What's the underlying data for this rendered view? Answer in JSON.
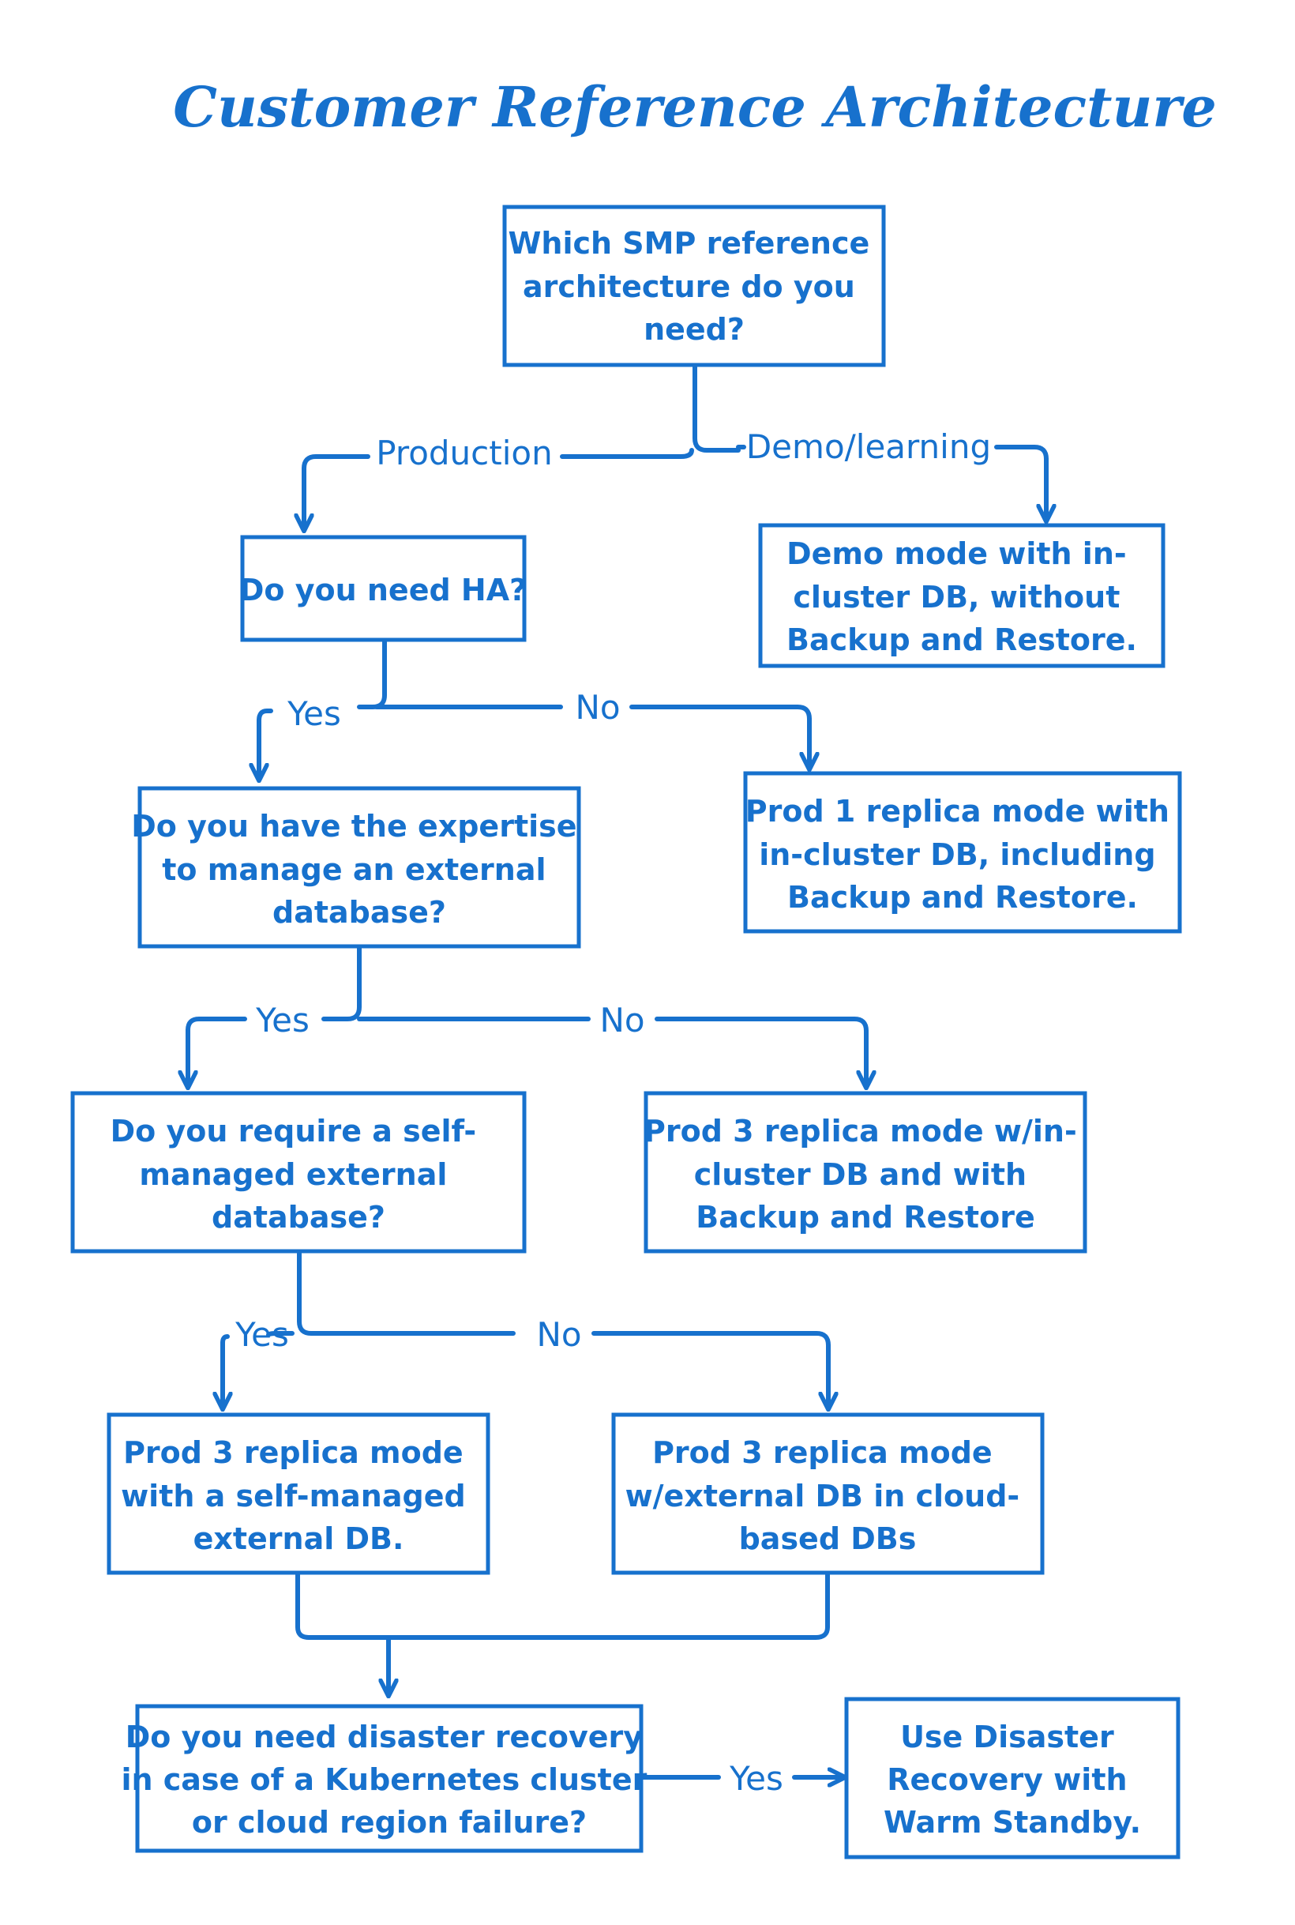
{
  "title": "Customer Reference Architecture",
  "colors": {
    "accent": "#1771cd",
    "background": "#ffffff"
  },
  "nodes": {
    "q_smp": [
      "Which SMP reference",
      "architecture do you",
      "need?"
    ],
    "demo_mode": [
      "Demo mode with in-",
      "cluster DB, without",
      "Backup and Restore."
    ],
    "q_ha": [
      "Do you need HA?"
    ],
    "prod1": [
      "Prod 1 replica mode with",
      "in-cluster DB, including",
      "Backup and Restore."
    ],
    "q_expertise": [
      "Do you have the expertise",
      "to manage an external",
      "database?"
    ],
    "prod3_incluster": [
      "Prod 3 replica mode w/in-",
      "cluster DB and with",
      "Backup and Restore"
    ],
    "q_selfmanaged": [
      "Do you require a self-",
      "managed external",
      "database?"
    ],
    "prod3_selfmanaged": [
      "Prod 3 replica mode",
      "with a self-managed",
      "external DB."
    ],
    "prod3_cloud": [
      "Prod 3 replica mode",
      "w/external DB in cloud-",
      "based DBs"
    ],
    "q_dr": [
      "Do you need disaster recovery",
      "in case of a Kubernetes cluster",
      "or cloud region failure?"
    ],
    "dr_warm": [
      "Use Disaster",
      "Recovery with",
      "Warm Standby."
    ]
  },
  "edge_labels": {
    "production": "Production",
    "demo": "Demo/learning",
    "ha_yes": "Yes",
    "ha_no": "No",
    "expertise_yes": "Yes",
    "expertise_no": "No",
    "selfmanaged_yes": "Yes",
    "selfmanaged_no": "No",
    "dr_yes": "Yes"
  }
}
